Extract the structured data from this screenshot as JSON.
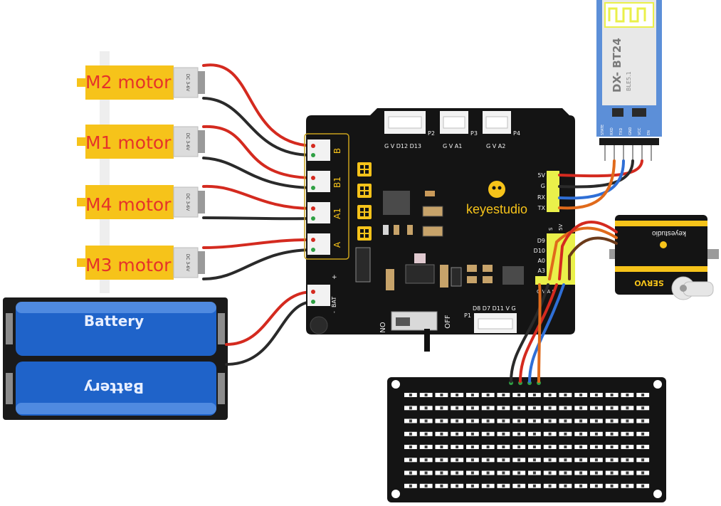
{
  "motors": [
    {
      "label": "M2 motor",
      "spec": "DC 3-6V"
    },
    {
      "label": "M1 motor",
      "spec": "DC 3-6V"
    },
    {
      "label": "M4 motor",
      "spec": "DC 3-6V"
    },
    {
      "label": "M3 motor",
      "spec": "DC 3-6V"
    }
  ],
  "battery": {
    "top_label": "Battery",
    "bottom_label": "Battery"
  },
  "board": {
    "brand": "keyestudio",
    "motor_ports": [
      "B",
      "B1",
      "A1",
      "A"
    ],
    "bat_label": "BAT",
    "bat_plus": "+",
    "bat_minus": "-",
    "header_p2_pins": "G V D12 D13",
    "header_p2_name": "P2",
    "header_p3_pins": "G V A1",
    "header_p3_name": "P3",
    "header_p4_pins": "G V A2",
    "header_p4_name": "P4",
    "bt_pins": [
      "5V",
      "G",
      "RX",
      "TX"
    ],
    "servo_pins": [
      "D9",
      "D10",
      "A0",
      "A3"
    ],
    "servo_col_labels": [
      "S",
      "5V"
    ],
    "bottom_header_labels": "G V A S",
    "switch_on": "NO",
    "switch_off": "OFF",
    "p1_label": "P1",
    "p1_pins": "D8 D7 D11 V G"
  },
  "bluetooth": {
    "model": "DX- BT24",
    "version": "BLE5.1",
    "pins": [
      "STATE",
      "RXD",
      "TXD",
      "GND",
      "VCC",
      "EN"
    ]
  },
  "servo": {
    "brand": "keyestudio",
    "label": "SERVO"
  },
  "matrix": {
    "rows": 8,
    "cols": 16
  },
  "colors": {
    "motor_yellow": "#f6c31a",
    "label_red": "#e5332a",
    "board_black": "#141414",
    "battery_blue": "#1f63c9",
    "bt_blue": "#5c8fd8",
    "wire_red": "#d42a1f",
    "wire_black": "#2a2a2a",
    "wire_blue": "#2f6fd6",
    "wire_orange": "#e06a1b",
    "header_yellow": "#eaf04a",
    "connector_white": "#f2f2f2"
  }
}
